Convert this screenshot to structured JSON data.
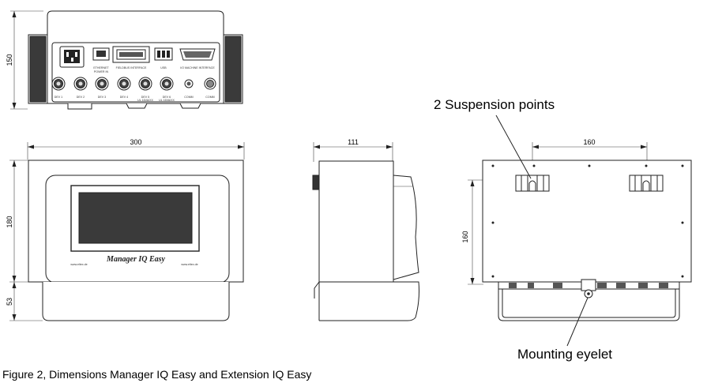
{
  "figure": {
    "caption": "Figure 2, Dimensions Manager IQ Easy and Extension IQ Easy"
  },
  "dimensions": {
    "front_height": "150",
    "width": "300",
    "depth": "111",
    "body_height": "180",
    "extension_height": "53",
    "suspension_spacing": "160",
    "suspension_height": "160"
  },
  "callouts": {
    "suspension_points": "2 Suspension points",
    "mounting_eyelet": "Mounting eyelet"
  },
  "device": {
    "product_label": "Manager IQ Easy",
    "brand_left": "www.eltex.de",
    "brand_right": "www.eltex.de"
  },
  "connector_labels": {
    "ethernet": "ETHERNET",
    "power_in": "POWER IN",
    "fieldbus": "FIELDBUS INTERFACE",
    "usb": "USB",
    "io_machine": "I/O MACHINE INTERFACE",
    "dev1": "DEV 1",
    "dev2": "DEV 2",
    "dev3": "DEV 3",
    "dev4": "DEV 4",
    "dev5": "DEV 5",
    "dev6": "DEV 6",
    "dev5_sub": "UL 16VA/XX",
    "dev6_sub": "UL 16VA/XX",
    "comm1": "COMM",
    "comm2": "COMM"
  }
}
